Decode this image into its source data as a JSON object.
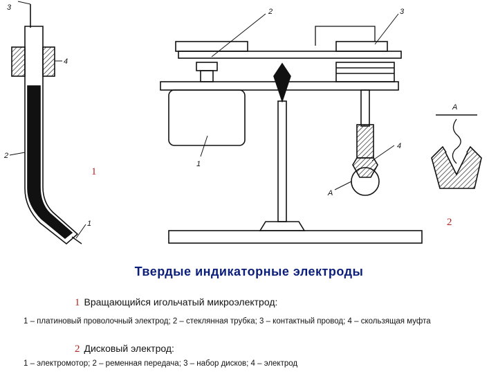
{
  "figure1": {
    "marker": "1",
    "labels": {
      "wire": "3",
      "sleeve": "4",
      "tube": "2",
      "tip": "1"
    }
  },
  "figure2": {
    "marker": "2",
    "labels": {
      "motor": "1",
      "belt": "2",
      "disks": "3",
      "electrode": "4",
      "detail_point": "A",
      "detail_title": "A"
    }
  },
  "title": "Твердые индикаторные электроды",
  "caption1": {
    "num": "1",
    "heading": "Вращающийся игольчатый микроэлектрод:",
    "parts": "1 – платиновый проволочный электрод; 2 – стеклянная трубка; 3 – контактный провод; 4 – скользящая муфта"
  },
  "caption2": {
    "num": "2",
    "heading": "Дисковый электрод:",
    "parts": "1 – электромотор; 2 – ременная передача; 3 – набор дисков; 4 – электрод"
  }
}
